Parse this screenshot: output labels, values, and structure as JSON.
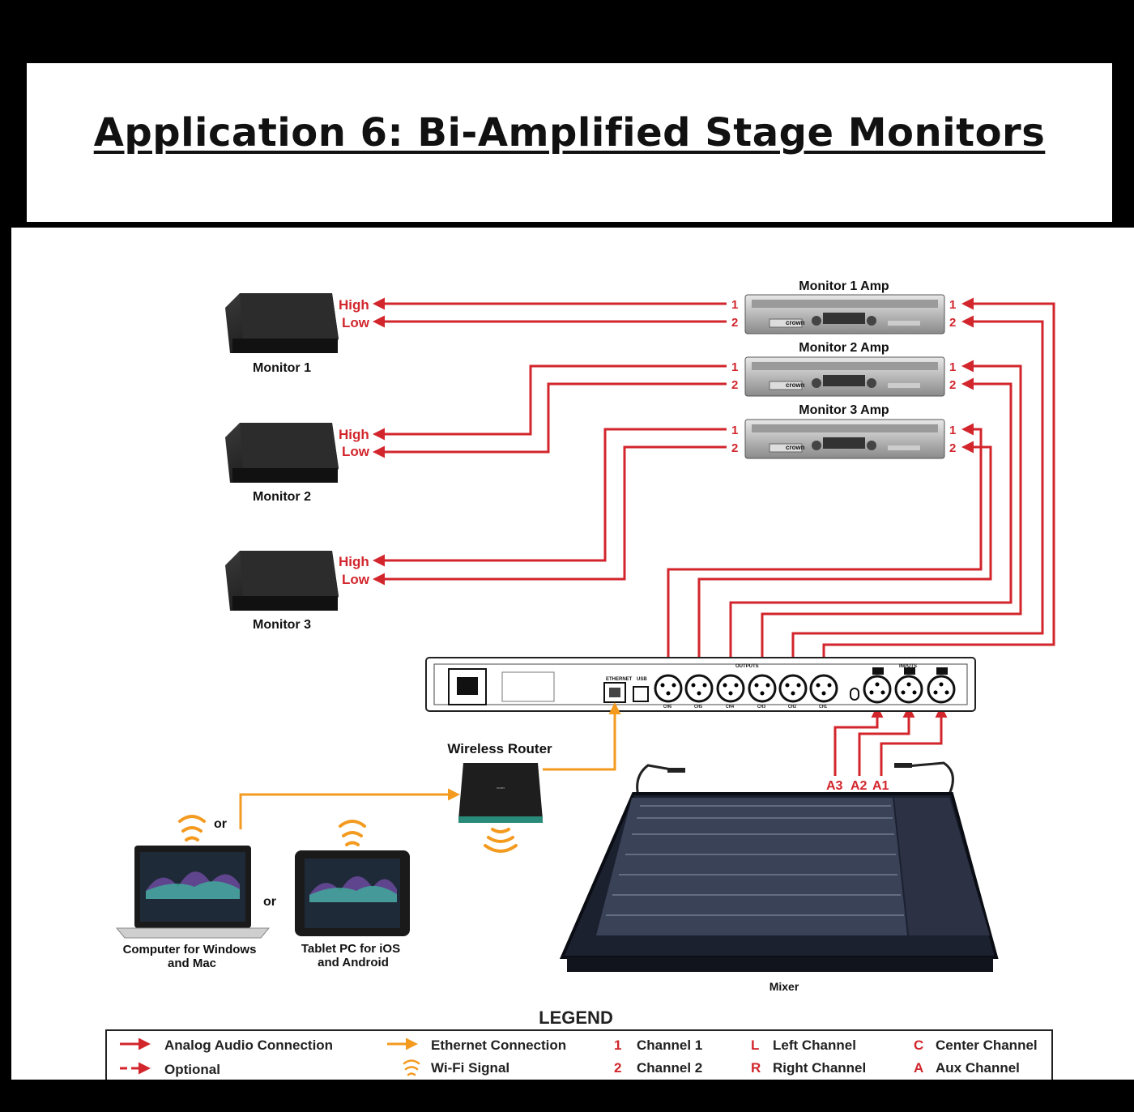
{
  "title": "Application 6: Bi-Amplified Stage Monitors",
  "monitors": [
    {
      "name": "Monitor 1",
      "high": "High",
      "low": "Low"
    },
    {
      "name": "Monitor 2",
      "high": "High",
      "low": "Low"
    },
    {
      "name": "Monitor 3",
      "high": "High",
      "low": "Low"
    }
  ],
  "amps": [
    {
      "name": "Monitor 1 Amp",
      "out1": "1",
      "out2": "2",
      "in1": "1",
      "in2": "2",
      "brand": "crown"
    },
    {
      "name": "Monitor 2 Amp",
      "out1": "1",
      "out2": "2",
      "in1": "1",
      "in2": "2",
      "brand": "crown"
    },
    {
      "name": "Monitor 3 Amp",
      "out1": "1",
      "out2": "2",
      "in1": "1",
      "in2": "2",
      "brand": "crown"
    }
  ],
  "processor": {
    "outputs_label": "OUTPUTS",
    "inputs_label": "INPUTS",
    "ethernet_label": "ETHERNET",
    "usb_label": "USB",
    "channels": [
      "CH6",
      "CH5",
      "CH4",
      "CH3",
      "CH2",
      "CH1"
    ]
  },
  "mixer_inputs": [
    "A3",
    "A2",
    "A1"
  ],
  "router": {
    "label": "Wireless Router"
  },
  "devices": {
    "or1": "or",
    "or2": "or",
    "computer_line1": "Computer for Windows",
    "computer_line2": "and Mac",
    "tablet_line1": "Tablet PC for iOS",
    "tablet_line2": "and Android"
  },
  "mixer": {
    "label": "Mixer"
  },
  "legend": {
    "title": "LEGEND",
    "analog": "Analog Audio Connection",
    "optional": "Optional",
    "ethernet": "Ethernet Connection",
    "wifi": "Wi-Fi Signal",
    "ch1_key": "1",
    "ch1": "Channel 1",
    "ch2_key": "2",
    "ch2": "Channel 2",
    "l_key": "L",
    "left": "Left Channel",
    "r_key": "R",
    "right": "Right Channel",
    "c_key": "C",
    "center": "Center Channel",
    "a_key": "A",
    "aux": "Aux Channel"
  },
  "colors": {
    "signal": "#d2262c",
    "ethernet": "#f39a1f"
  }
}
